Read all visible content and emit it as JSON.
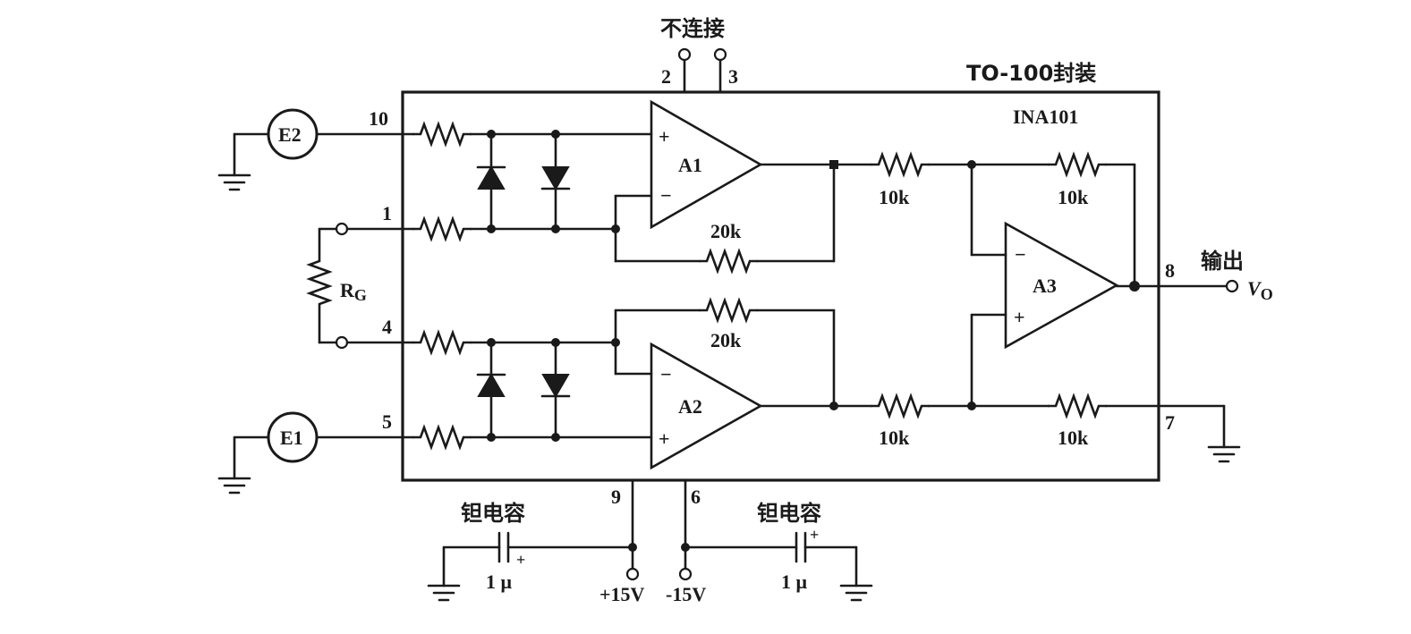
{
  "labels": {
    "not_connected": "不连接",
    "package": "TO-100封装",
    "chip": "INA101",
    "output_cn": "输出",
    "vout_v": "V",
    "vout_sub": "O",
    "rg_r": "R",
    "rg_sub": "G",
    "tant_left": "钽电容",
    "tant_right": "钽电容",
    "cap_left_value": "1 μ",
    "cap_right_value": "1 μ",
    "cap_plus": "+",
    "vpos": "+15V",
    "vneg": "-15V"
  },
  "sources": {
    "e2": "E2",
    "e1": "E1"
  },
  "amplifiers": {
    "a1": "A1",
    "a2": "A2",
    "a3": "A3",
    "plus": "+",
    "minus": "−"
  },
  "resistors": {
    "r_fb1": "20k",
    "r_fb2": "20k",
    "r_a3_top_in": "10k",
    "r_a3_top_fb": "10k",
    "r_a3_bot_in": "10k",
    "r_a3_bot_ref": "10k"
  },
  "pins": {
    "p1": "1",
    "p2": "2",
    "p3": "3",
    "p4": "4",
    "p5": "5",
    "p6": "6",
    "p7": "7",
    "p8": "8",
    "p9": "9",
    "p10": "10"
  }
}
